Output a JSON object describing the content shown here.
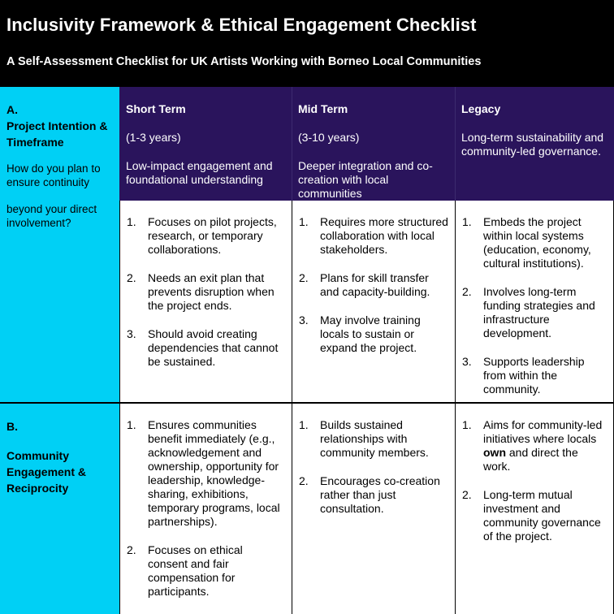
{
  "header": {
    "title": "Inclusivity Framework & Ethical Engagement Checklist",
    "subtitle": "A Self-Assessment Checklist for UK Artists Working with Borneo Local Communities"
  },
  "columns": [
    {
      "title": "Short Term",
      "period": "(1-3 years)",
      "description": "Low-impact engagement and foundational understanding"
    },
    {
      "title": "Mid Term",
      "period": "(3-10 years)",
      "description": "Deeper integration and co-creation with local communities"
    },
    {
      "title": "Legacy",
      "period": "",
      "description": "Long-term sustainability and community-led governance."
    }
  ],
  "rows": [
    {
      "letter": "A.",
      "title": "Project Intention & Timeframe",
      "question1": "How do you plan to ensure continuity",
      "question2": "beyond your direct involvement?",
      "cells": [
        [
          {
            "num": "1.",
            "text": "Focuses on pilot projects, research, or temporary collaborations."
          },
          {
            "num": "2.",
            "text": "Needs an exit plan that prevents disruption when the project ends."
          },
          {
            "num": "3.",
            "text": "Should avoid creating dependencies that cannot be sustained."
          }
        ],
        [
          {
            "num": "1.",
            "text": "Requires more structured collaboration with local stakeholders."
          },
          {
            "num": "2.",
            "text": "Plans for skill transfer and capacity-building."
          },
          {
            "num": "3.",
            "text": "May involve training locals to sustain or expand the project."
          }
        ],
        [
          {
            "num": "1.",
            "text": "Embeds the project within local systems (education, economy, cultural institutions)."
          },
          {
            "num": "2.",
            "text": "Involves long-term funding strategies and infrastructure development."
          },
          {
            "num": "3.",
            "text": "Supports leadership from within the community."
          }
        ]
      ]
    },
    {
      "letter": "B.",
      "title": "Community Engagement & Reciprocity",
      "cells": [
        [
          {
            "num": "1.",
            "text": "Ensures communities benefit immediately (e.g., acknowledgement and ownership, opportunity for leadership, knowledge-sharing, exhibitions, temporary programs, local partnerships)."
          },
          {
            "num": "2.",
            "text": "Focuses on ethical consent and fair compensation for participants."
          }
        ],
        [
          {
            "num": "1.",
            "text": "Builds sustained relationships with community members."
          },
          {
            "num": "2.",
            "text": "Encourages co-creation rather than just consultation."
          }
        ],
        [
          {
            "num": "1.",
            "text_before": "Aims for community-led initiatives where locals ",
            "text_bold": "own",
            "text_after": " and direct the work."
          },
          {
            "num": "2.",
            "text": "Long-term mutual investment and community governance of the project."
          }
        ]
      ]
    }
  ]
}
